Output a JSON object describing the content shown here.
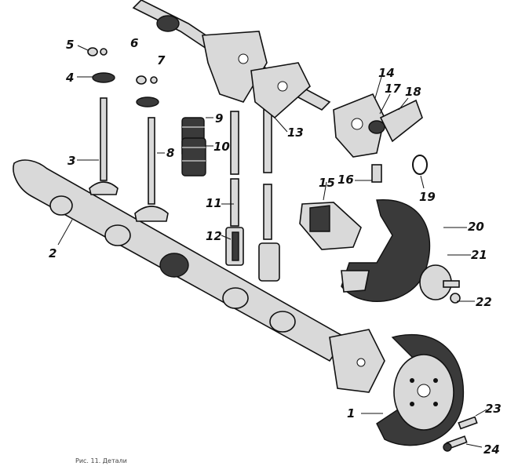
{
  "caption": "Рис. 11. Детали",
  "callouts": [
    "1",
    "2",
    "3",
    "4",
    "5",
    "6",
    "7",
    "8",
    "9",
    "10",
    "11",
    "12",
    "13",
    "14",
    "15",
    "16",
    "17",
    "18",
    "19",
    "20",
    "21",
    "22",
    "23",
    "24"
  ]
}
